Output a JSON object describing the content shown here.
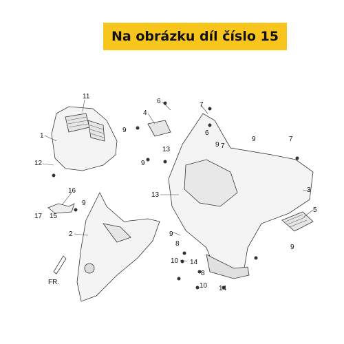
{
  "banner": {
    "text": "Na obrázku díl číslo 15",
    "color": "#f7c51c"
  },
  "diagram": {
    "direction_label": "FR.",
    "callouts": [
      "11",
      "1",
      "12",
      "16",
      "9",
      "17",
      "15",
      "2",
      "4",
      "9",
      "6",
      "7",
      "9",
      "6",
      "7",
      "13",
      "9",
      "9",
      "7",
      "13",
      "3",
      "5",
      "9",
      "9",
      "8",
      "10",
      "14",
      "8",
      "10",
      "14"
    ]
  }
}
